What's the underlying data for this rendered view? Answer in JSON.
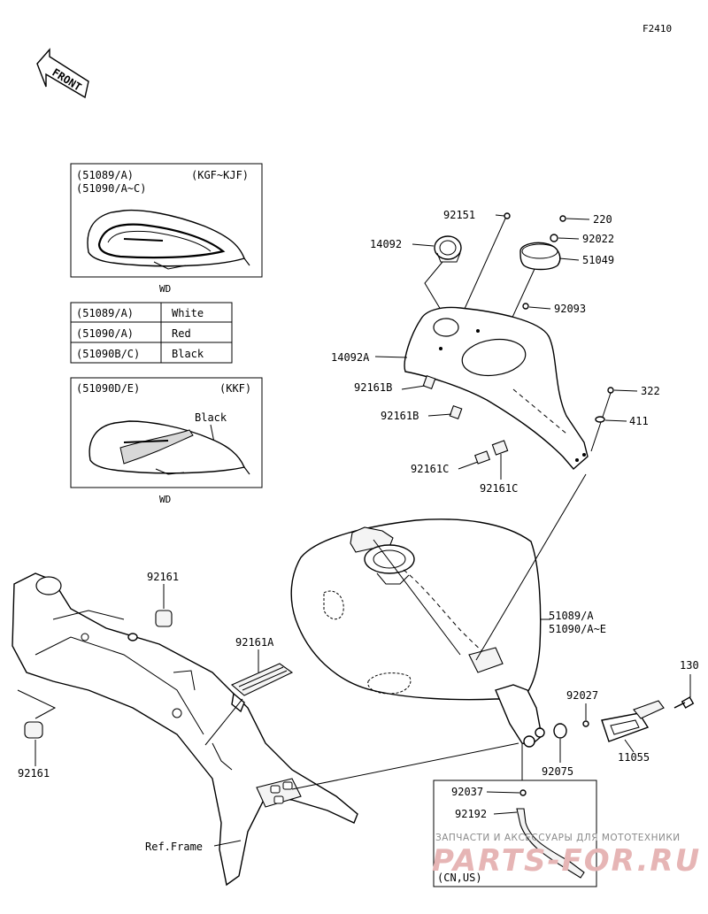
{
  "figure_code": "F2410",
  "front_arrow": "FRONT",
  "inset_top": {
    "line1": "(51089/A)",
    "line2": "(51090/A~C)",
    "models": "(KGF~KJF)",
    "caption": "WD"
  },
  "color_table": {
    "rows": [
      {
        "part": "(51089/A)",
        "color": "White"
      },
      {
        "part": "(51090/A)",
        "color": "Red"
      },
      {
        "part": "(51090B/C)",
        "color": "Black"
      }
    ]
  },
  "inset_bottom": {
    "line1": "(51090D/E)",
    "models": "(KKF)",
    "color_label": "Black",
    "caption": "WD"
  },
  "callouts": {
    "p92151": "92151",
    "p14092": "14092",
    "p220": "220",
    "p92022": "92022",
    "p51049": "51049",
    "p92093": "92093",
    "p14092A": "14092A",
    "p92161B_1": "92161B",
    "p92161B_2": "92161B",
    "p322": "322",
    "p411": "411",
    "p92161C_1": "92161C",
    "p92161C_2": "92161C",
    "p92161_top": "92161",
    "p92161A": "92161A",
    "p51089": "51089/A",
    "p51090": "51090/A~E",
    "p130": "130",
    "p92027": "92027",
    "p92161_left": "92161",
    "p11055": "11055",
    "p92075": "92075",
    "p92037": "92037",
    "p92192": "92192",
    "ref_frame": "Ref.Frame",
    "cn_us": "(CN,US)"
  },
  "watermark": {
    "line1": "ЗАПЧАСТИ И АКСЕССУАРЫ ДЛЯ МОТОТЕХНИКИ",
    "line2": "PARTS-FOR.RU"
  }
}
